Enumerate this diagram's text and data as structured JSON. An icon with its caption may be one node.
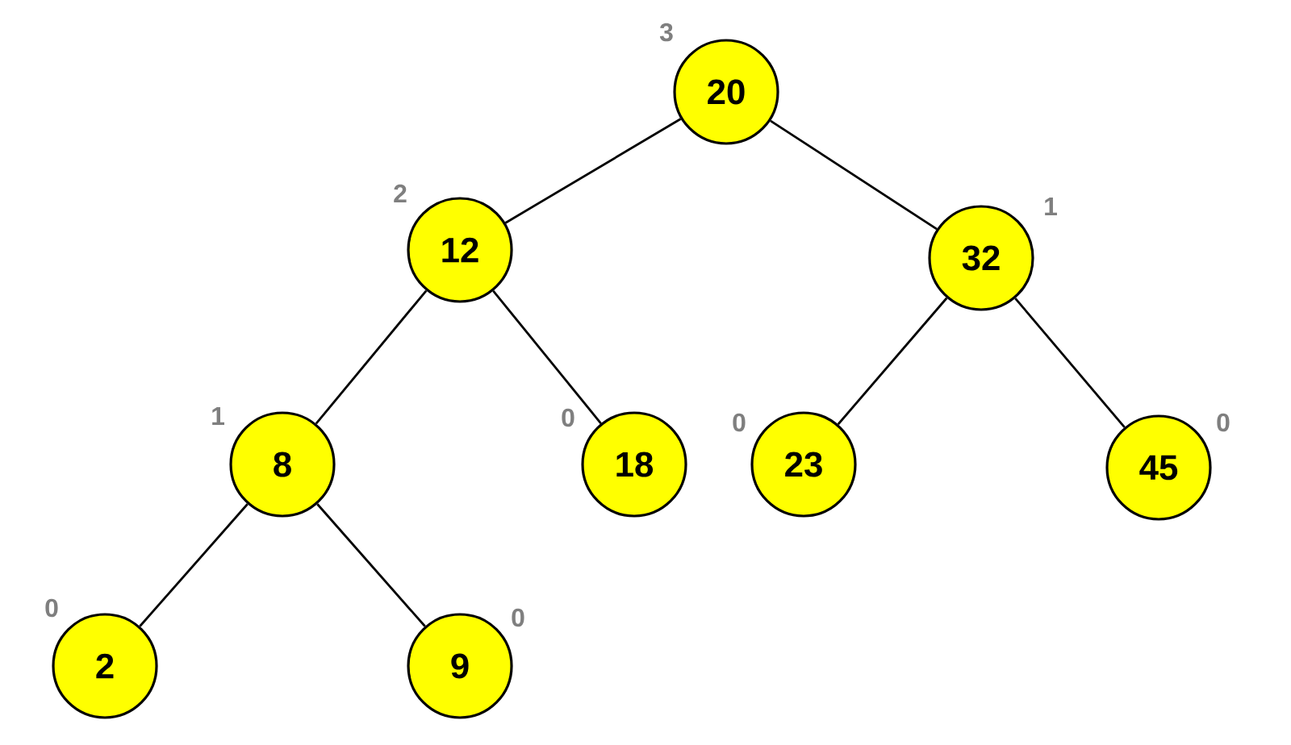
{
  "diagram": {
    "nodes": [
      {
        "text": [
          "20"
        ],
        "beside": [
          "3"
        ]
      },
      {
        "text": [
          "12"
        ],
        "beside": [
          "2"
        ]
      },
      {
        "text": [
          "32"
        ],
        "beside": [
          "1"
        ]
      },
      {
        "text": [
          "8"
        ],
        "beside": [
          "1"
        ]
      },
      {
        "text": [
          "18"
        ],
        "beside": [
          "0"
        ]
      },
      {
        "text": [
          "23"
        ],
        "beside": [
          "0"
        ]
      },
      {
        "text": [
          "45"
        ],
        "beside": [
          "0"
        ]
      },
      {
        "text": [
          "2"
        ],
        "beside": [
          "0"
        ]
      },
      {
        "text": [
          "9"
        ],
        "beside": [
          "0"
        ]
      }
    ],
    "edges": [
      {
        "from": 0,
        "to": 1,
        "arrow": "none"
      },
      {
        "from": 0,
        "to": 2,
        "arrow": "none"
      },
      {
        "from": 1,
        "to": 3,
        "arrow": "none"
      },
      {
        "from": 1,
        "to": 4,
        "arrow": "none"
      },
      {
        "from": 2,
        "to": 5,
        "arrow": "none"
      },
      {
        "from": 2,
        "to": 6,
        "arrow": "none"
      },
      {
        "from": 3,
        "to": 7,
        "arrow": "none"
      },
      {
        "from": 3,
        "to": 8,
        "arrow": "none"
      }
    ]
  }
}
